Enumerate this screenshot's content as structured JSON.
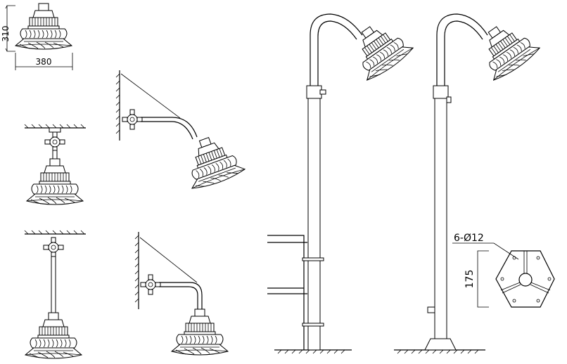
{
  "dimensions": {
    "lamp_height": "310",
    "lamp_width": "380",
    "bolt_holes": "6-Ø12",
    "plate_height": "175"
  },
  "colors": {
    "line": "#000000",
    "background": "#ffffff"
  }
}
